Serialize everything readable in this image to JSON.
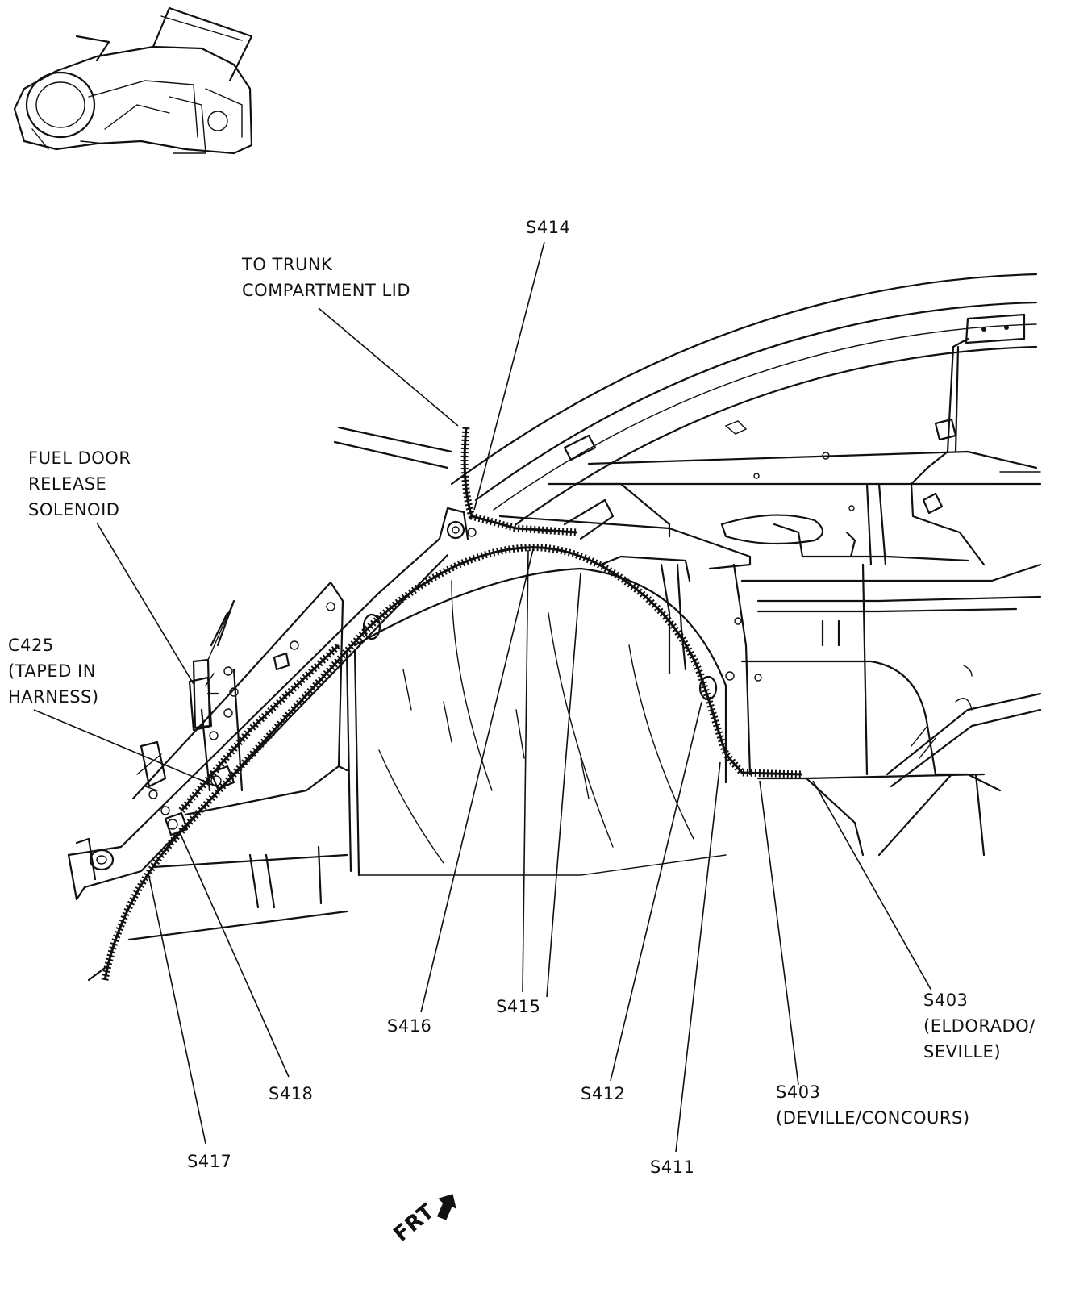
{
  "labels": {
    "s414": "S414",
    "trunk_lid": [
      "TO TRUNK",
      "COMPARTMENT LID"
    ],
    "fuel_door": [
      "FUEL DOOR",
      "RELEASE",
      "SOLENOID"
    ],
    "c425": [
      "C425",
      "(TAPED IN",
      "HARNESS)"
    ],
    "s416": "S416",
    "s415": "S415",
    "s403_eldorado": [
      "S403",
      "(ELDORADO/",
      "SEVILLE)"
    ],
    "s418": "S418",
    "s412": "S412",
    "s403_deville": [
      "S403",
      "(DEVILLE/CONCOURS)"
    ],
    "s417": "S417",
    "s411": "S411",
    "frt": "FRT"
  },
  "icons": {
    "locator": "vehicle-locator-icon",
    "front_arrow": "front-arrow-icon"
  }
}
